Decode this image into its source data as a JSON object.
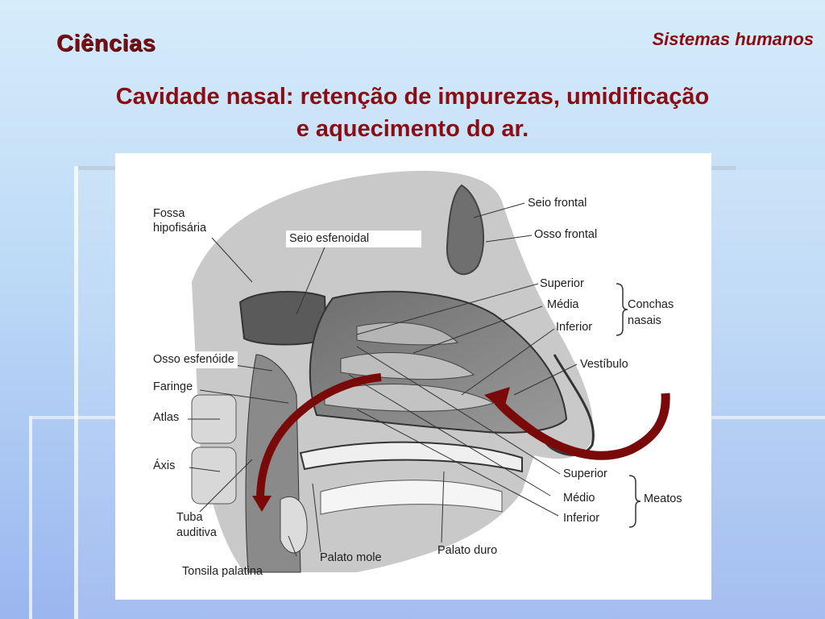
{
  "slide": {
    "brand": "Ciências",
    "section": "Sistemas humanos",
    "title_line1": "Cavidade nasal: retenção de impurezas, umidificação",
    "title_line2": "e aquecimento do ar."
  },
  "figure": {
    "labels": {
      "fossa_1": "Fossa",
      "fossa_2": "hipofisária",
      "seio_esfenoidal": "Seio esfenoidal",
      "seio_frontal": "Seio frontal",
      "osso_frontal": "Osso frontal",
      "concha_superior": "Superior",
      "concha_media": "Média",
      "concha_inferior": "Inferior",
      "conchas_1": "Conchas",
      "conchas_2": "nasais",
      "osso_esfenoide": "Osso esfenóide",
      "faringe": "Faringe",
      "atlas": "Atlas",
      "axis": "Áxis",
      "vestibulo": "Vestíbulo",
      "meato_superior": "Superior",
      "meato_medio": "Médio",
      "meato_inferior": "Inferior",
      "meatos": "Meatos",
      "tuba_1": "Tuba",
      "tuba_2": "auditiva",
      "tonsila": "Tonsila palatina",
      "palato_mole": "Palato mole",
      "palato_duro": "Palato duro"
    },
    "arrow_color": "#7a0a0a"
  }
}
